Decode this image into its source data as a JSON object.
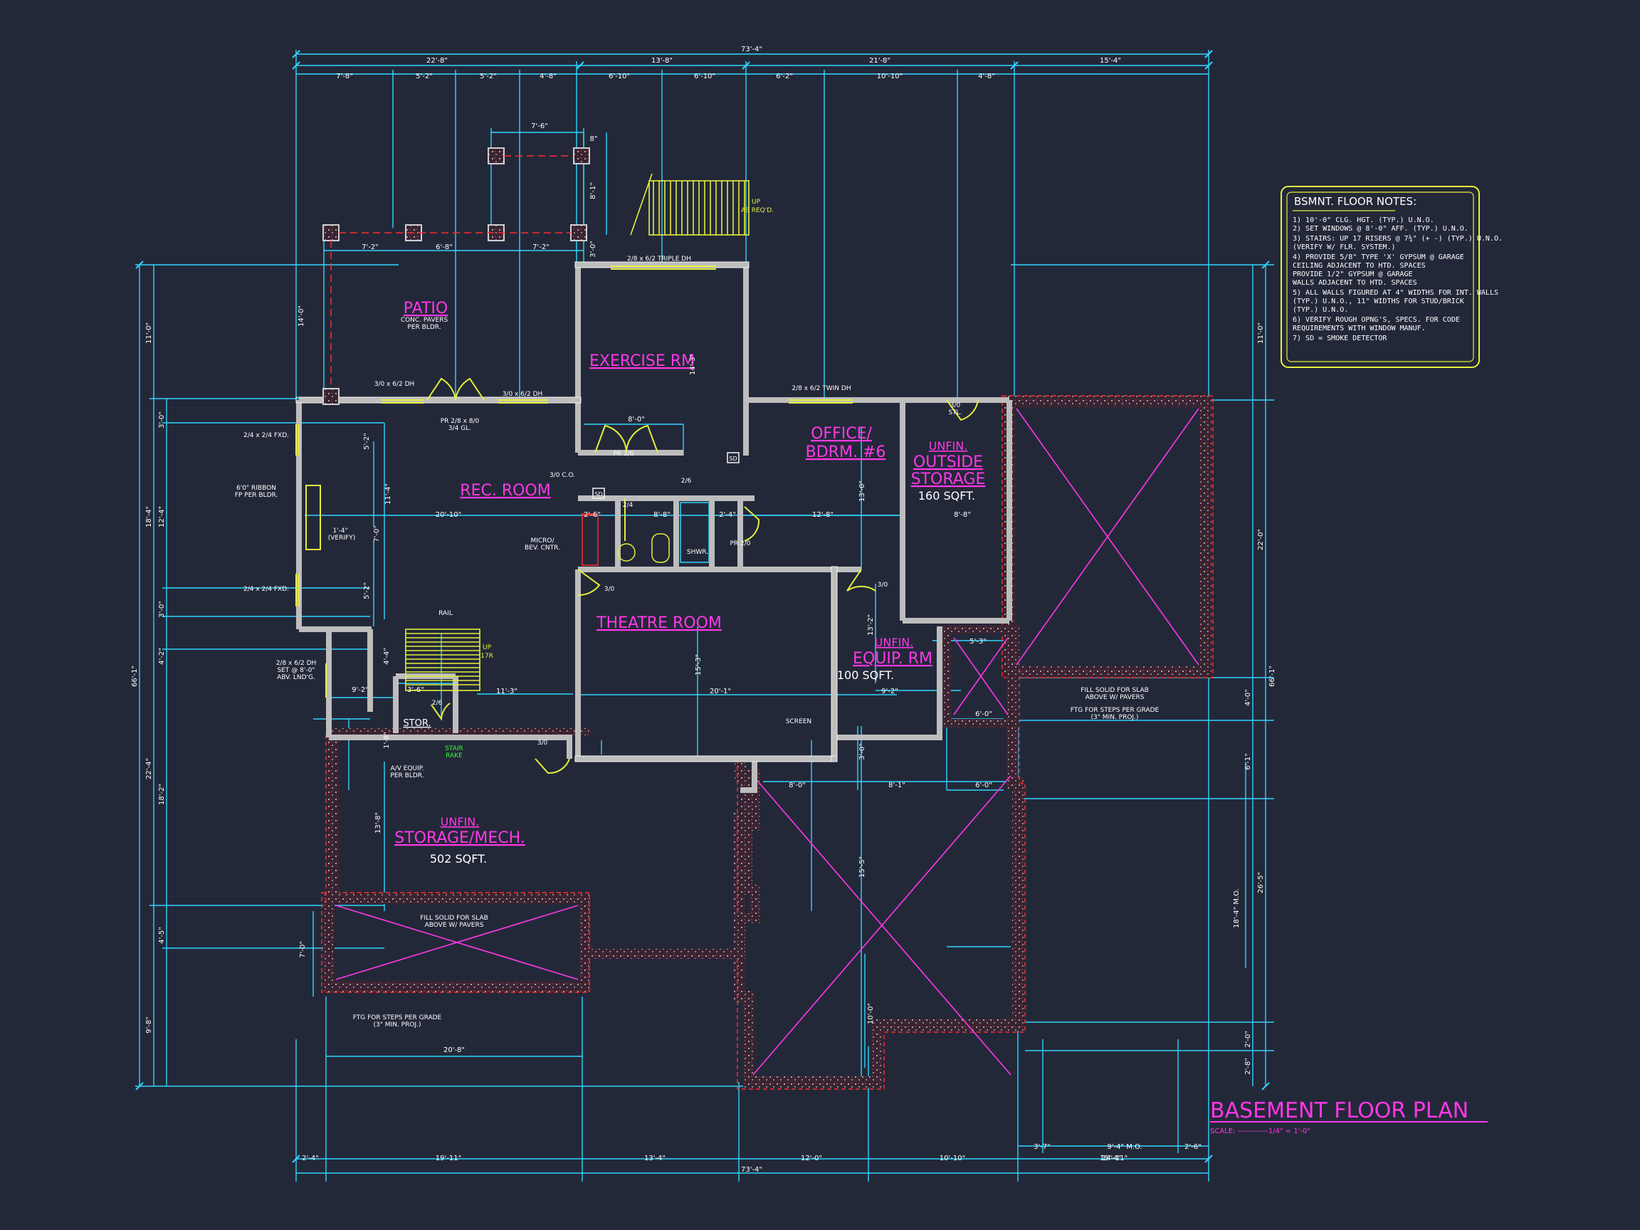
{
  "drawing": {
    "title": "BASEMENT FLOOR PLAN",
    "scale_label": "SCALE: ------------1/4\" = 1'-0\""
  },
  "colors": {
    "background": "#232839",
    "dimension": "#2fd6ff",
    "room_label": "#ff38e6",
    "wall": "#c9c9c9",
    "notes": "#e4ef3a",
    "foundation": "#ff2a2a",
    "stair_note": "#33ff33",
    "text": "#ffffff"
  },
  "notes": {
    "title": "BSMNT. FLOOR NOTES:",
    "items": [
      "1) 10'-0\" CLG. HGT. (TYP.) U.N.O.",
      "2) SET WINDOWS @ 8'-0\" AFF. (TYP.) U.N.O.",
      "3) STAIRS: UP 17 RISERS @ 7¾\" (+ -) (TYP.) U.N.O.",
      "   (VERIFY W/ FLR. SYSTEM.)",
      "4) PROVIDE 5/8\" TYPE 'X' GYPSUM @ GARAGE",
      "   CEILING ADJACENT TO HTD. SPACES",
      "   PROVIDE 1/2\" GYPSUM @ GARAGE",
      "   WALLS ADJACENT TO HTD. SPACES",
      "5) ALL WALLS FIGURED AT 4\" WIDTHS FOR INT. WALLS",
      "   (TYP.) U.N.O., 11\" WIDTHS FOR STUD/BRICK",
      "   (TYP.) U.N.O.",
      "6) VERIFY ROUGH OPNG'S, SPECS. FOR CODE",
      "   REQUIREMENTS WITH WINDOW MANUF.",
      "7) SD = SMOKE DETECTOR"
    ]
  },
  "rooms": {
    "patio": "PATIO",
    "patio_note": [
      "CONC. PAVERS",
      "PER BLDR."
    ],
    "exercise": "EXERCISE RM",
    "rec_room": "REC. ROOM",
    "office": [
      "OFFICE/",
      "BDRM. #6"
    ],
    "outside_storage": [
      "UNFIN.",
      "OUTSIDE",
      "STORAGE"
    ],
    "outside_storage_area": "160 SQFT.",
    "theatre": "THEATRE ROOM",
    "equip": [
      "UNFIN.",
      "EQUIP. RM"
    ],
    "equip_area": "100 SQFT.",
    "storage_mech": [
      "UNFIN.",
      "STORAGE/MECH."
    ],
    "storage_mech_area": "502 SQFT.",
    "stor": "STOR."
  },
  "annotations": {
    "w1": "3/0 x 6/2 DH",
    "w2": "3/0 x 6/2 DH",
    "w3": "2/8 x 6/2 TRIPLE DH",
    "w4": "2/8 x 6/2 TWIN DH",
    "door_patio": [
      "PR 2/8 x 8/0",
      "3/4 GL."
    ],
    "fxd1": "2/4 x 2/4 FXD.",
    "fxd2": "2/4 x 2/4 FXD.",
    "ribbon": [
      "6'0\" RIBBON",
      "FP PER BLDR."
    ],
    "verify": [
      "1'-4\"",
      "(VERIFY)"
    ],
    "micro": [
      "MICRO/",
      "BEV. CNTR."
    ],
    "rail": "RAIL",
    "dh_set": [
      "2/8 x 6/2 DH",
      "SET @ 8'-0\"",
      "ABV. LND'G."
    ],
    "up_stairs": [
      "UP",
      "17R"
    ],
    "up_asreq": [
      "UP",
      "AS REQ'D."
    ],
    "stair_rake": [
      "STAIR",
      "RAKE"
    ],
    "av_equip": [
      "A/V EQUIP.",
      "PER BLDR."
    ],
    "fill_slab_1": [
      "FILL SOLID FOR SLAB",
      "ABOVE W/ PAVERS"
    ],
    "fill_slab_2": [
      "FILL SOLID FOR SLAB",
      "ABOVE W/ PAVERS"
    ],
    "ftg_1": [
      "FTG FOR STEPS PER GRADE",
      "(3\" MIN. PROJ.)"
    ],
    "ftg_2": [
      "FTG FOR STEPS PER GRADE",
      "(3\" MIN. PROJ.)"
    ],
    "screen": "SCREEN",
    "pr_2_6": "PR 2/6",
    "pr_2_0": "PR 2/0",
    "co": "3/0 C.O.",
    "d_3_0a": "3/0",
    "d_3_0b": "3/0",
    "d_3_0c": "3/0",
    "d_2_6a": "2/6",
    "d_2_6b": "2/6",
    "d_2_4": "2/4",
    "shwr": "SHWR.",
    "sd1": "SD",
    "sd2": "SD",
    "stl": [
      "3/0",
      "STL."
    ]
  },
  "dimensions": {
    "overall_top": "73'-4\"",
    "overall_bottom": "73'-4\"",
    "top_row2": [
      "22'-8\"",
      "13'-8\"",
      "21'-8\"",
      "15'-4\""
    ],
    "top_row3": [
      "7'-8\"",
      "5'-2\"",
      "5'-2\"",
      "4'-8\"",
      "6'-10\"",
      "6'-10\"",
      "6'-2\"",
      "10'-10\"",
      "4'-8\""
    ],
    "patio_row": [
      "7'-2\"",
      "6'-8\"",
      "7'-2\""
    ],
    "bottom_row": [
      "2'-4\"",
      "19'-11\"",
      "13'-4\"",
      "12'-0\"",
      "10'-10\"",
      "15'-4\""
    ],
    "bottom_row_r": [
      "3'-7\"",
      "9'-4\" M.O.",
      "2'-6\"",
      "14'-11\""
    ],
    "left_overall": "66'-1\"",
    "left_col": [
      "11'-0\"",
      "18'-4\"",
      "22'-4\"",
      "9'-8\""
    ],
    "left_col2": [
      "3'-0\"",
      "12'-4\"",
      "3'-0\"",
      "4'-2\"",
      "18'-2\"",
      "4'-5\""
    ],
    "right_overall": "66'-1\"",
    "right_col": [
      "11'-0\"",
      "22'-0\"",
      "26'-5\""
    ],
    "right_col2": [
      "4'-0\"",
      "6'-1\"",
      "18'-4\" M.O.",
      "2'-0\"",
      "2'-8\""
    ],
    "interior": {
      "rec_w": "20'-10\"",
      "rec_h": "11'-4\"",
      "rec_h2": "7'-0\"",
      "five2a": "5'-2\"",
      "five2b": "5'-2\"",
      "ex_w": "8'-0\"",
      "ex_h": "14'-3\"",
      "bath_a": "2'-6\"",
      "bath_b": "8'-8\"",
      "bath_c": "2'-4\"",
      "off_w": "12'-8\"",
      "off_h": "13'-0\"",
      "os_w": "8'-8\"",
      "th_w": "20'-1\"",
      "th_h": "11'-3\"",
      "th_v": "15'-3\"",
      "eq_w": "9'-2\"",
      "eq_h": "13'-2\"",
      "st_w": "9'-2\"",
      "st_a": "3'-6\"",
      "st_b": "4'-4\"",
      "st_c": "1'-8\"",
      "sm_h": "13'-8\"",
      "sm_w": "20'-8\"",
      "gar_a": "8'-0\"",
      "gar_b": "8'-1\"",
      "gar_c": "6'-0\"",
      "gar_d": "6'-0\"",
      "gar_v": "15'-5\"",
      "gar_v2": "10'-0\"",
      "eq_v": "3'-0\"",
      "small_a": "5'-3\"",
      "patio_h": "14'-0\"",
      "stair_v": "8'-1\"",
      "stair_v2": "3'-0\"",
      "top_75": "7'-6\"",
      "top_8": "8\"",
      "slab_v": "7'-0\""
    }
  }
}
